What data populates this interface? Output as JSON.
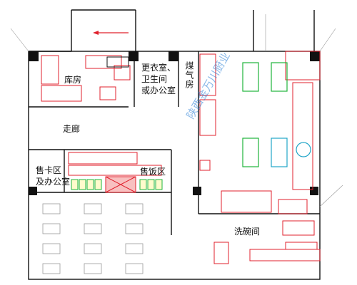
{
  "rooms": {
    "storage": "库房",
    "changing": [
      "更衣室、",
      "卫生间",
      "或办公室"
    ],
    "coal": "煤气房",
    "corridor": "走廊",
    "ticket": [
      "售卡区",
      "及办公室"
    ],
    "serving": "售饭区",
    "washing": "洗碗间"
  },
  "watermark": "陕西金万川厨业",
  "colors": {
    "wall": "#111111",
    "equipment": "#e0202c",
    "green": "#1fb53b",
    "cyan": "#22a6c8",
    "pillar": "#111111"
  }
}
